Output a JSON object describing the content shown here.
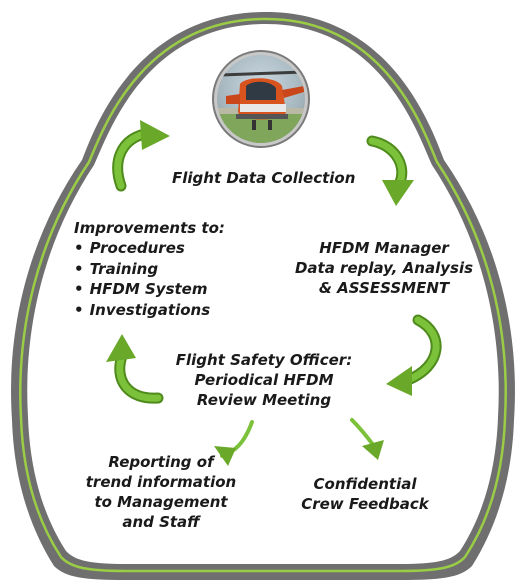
{
  "cycle": {
    "collection": "Flight Data Collection",
    "hfdm_manager": [
      "HFDM Manager",
      "Data replay, Analysis",
      "& ASSESSMENT"
    ],
    "safety_officer": [
      "Flight Safety Officer:",
      "Periodical HFDM",
      "Review Meeting"
    ],
    "improvements_title": "Improvements to:",
    "improvements": [
      "Procedures",
      "Training",
      "HFDM System",
      "Investigations"
    ],
    "reporting": [
      "Reporting of",
      "trend information",
      "to Management",
      "and Staff"
    ],
    "feedback": [
      "Confidential",
      "Crew Feedback"
    ]
  },
  "colors": {
    "arrow_green": "#76b82a",
    "arrow_dark": "#4e8a1c",
    "border": "#6d6d6d",
    "fill": "#ffffff"
  },
  "icons": {
    "photo": "helicopter-photo-icon"
  }
}
